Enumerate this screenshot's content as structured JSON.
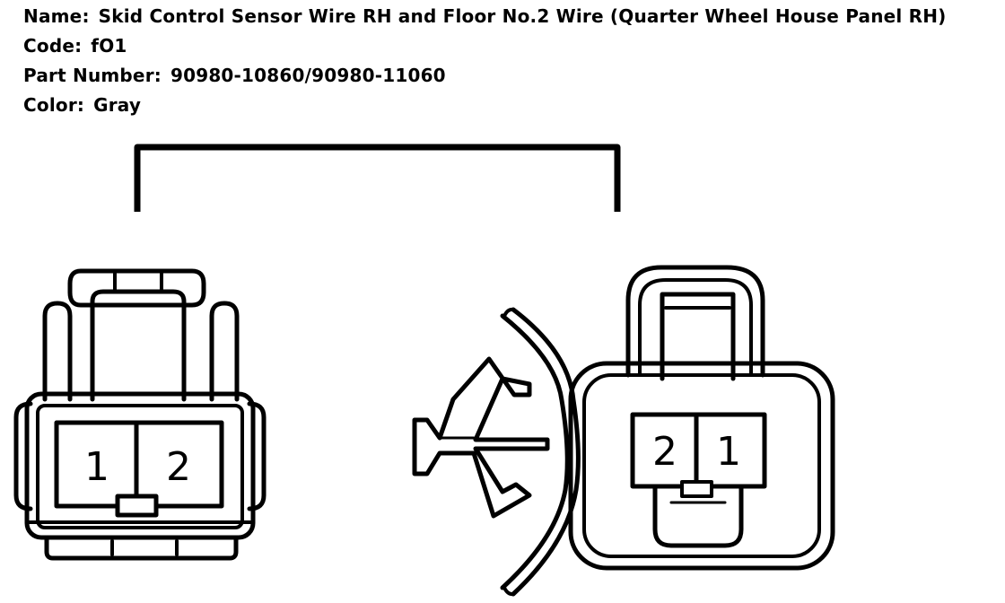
{
  "info": {
    "name_label": "Name:",
    "name_value": "Skid Control Sensor Wire RH and Floor No.2 Wire (Quarter Wheel House Panel RH)",
    "code_label": "Code:",
    "code_value": "fO1",
    "part_label": "Part Number:",
    "part_value": "90980-10860/90980-11060",
    "color_label": "Color:",
    "color_value": "Gray"
  },
  "left_connector": {
    "pins": [
      "1",
      "2"
    ]
  },
  "right_connector": {
    "pins": [
      "2",
      "1"
    ]
  }
}
